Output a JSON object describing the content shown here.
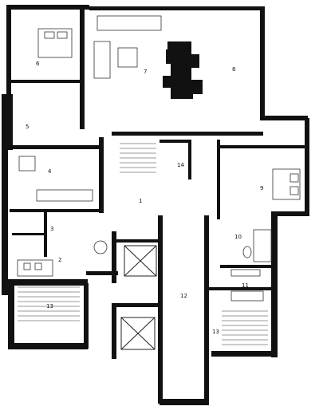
{
  "rooms": [
    {
      "id": "r1",
      "label": "1"
    },
    {
      "id": "r2",
      "label": "2"
    },
    {
      "id": "r3",
      "label": "3"
    },
    {
      "id": "r4",
      "label": "4"
    },
    {
      "id": "r5",
      "label": "5"
    },
    {
      "id": "r6",
      "label": "6"
    },
    {
      "id": "r7",
      "label": "7"
    },
    {
      "id": "r8",
      "label": "8"
    },
    {
      "id": "r9",
      "label": "9"
    },
    {
      "id": "r10",
      "label": "10"
    },
    {
      "id": "r11",
      "label": "11"
    },
    {
      "id": "r12",
      "label": "12"
    },
    {
      "id": "r13a",
      "label": "13"
    },
    {
      "id": "r13b",
      "label": "13"
    },
    {
      "id": "r14",
      "label": "14"
    }
  ]
}
